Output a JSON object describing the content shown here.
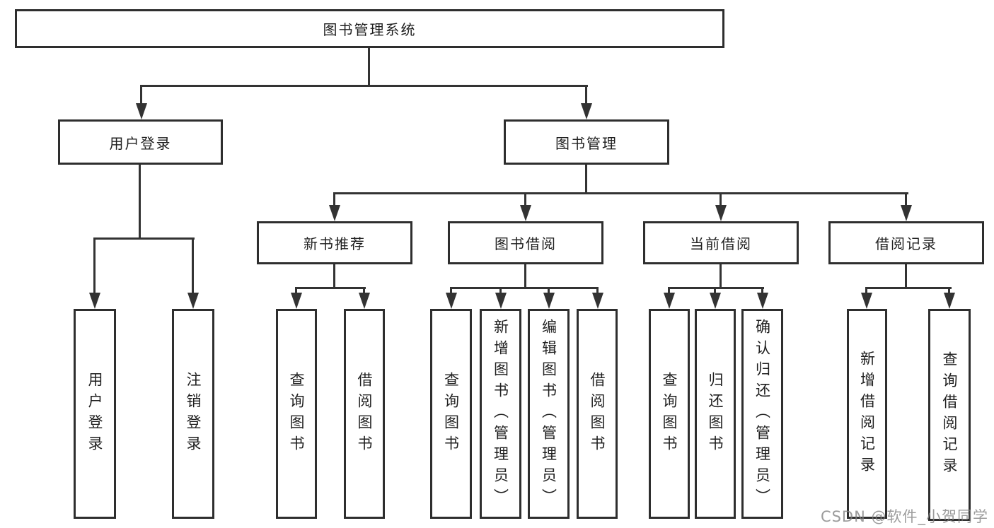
{
  "diagram": {
    "title": "图书管理系统",
    "tree": {
      "label": "图书管理系统",
      "children": [
        {
          "label": "用户登录",
          "children": [
            {
              "label": "用户登录"
            },
            {
              "label": "注销登录"
            }
          ]
        },
        {
          "label": "图书管理",
          "children": [
            {
              "label": "新书推荐",
              "children": [
                {
                  "label": "查询图书"
                },
                {
                  "label": "借阅图书"
                }
              ]
            },
            {
              "label": "图书借阅",
              "children": [
                {
                  "label": "查询图书"
                },
                {
                  "label": "新增图书（管理员）"
                },
                {
                  "label": "编辑图书（管理员）"
                },
                {
                  "label": "借阅图书"
                }
              ]
            },
            {
              "label": "当前借阅",
              "children": [
                {
                  "label": "查询图书"
                },
                {
                  "label": "归还图书"
                },
                {
                  "label": "确认归还（管理员）"
                }
              ]
            },
            {
              "label": "借阅记录",
              "children": [
                {
                  "label": "新增借阅记录"
                },
                {
                  "label": "查询借阅记录"
                }
              ]
            }
          ]
        }
      ]
    },
    "colors": {
      "line": "#333333",
      "box_border": "#2e2e2e",
      "box_fill": "#ffffff",
      "text": "#1f1f1f",
      "watermark": "#808080"
    }
  },
  "watermark": {
    "text": "CSDN @软件_小贺同学"
  }
}
